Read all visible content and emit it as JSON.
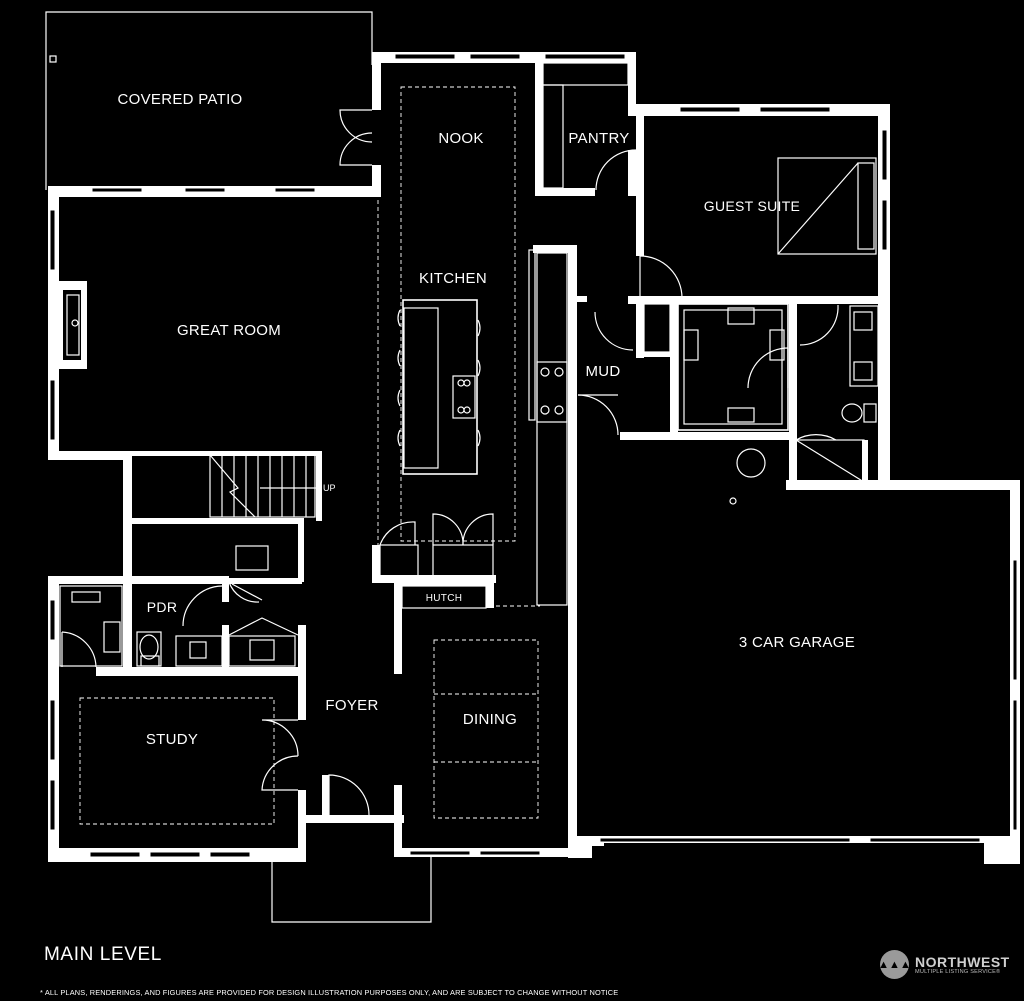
{
  "rooms": {
    "covered_patio": "COVERED PATIO",
    "nook": "NOOK",
    "pantry": "PANTRY",
    "guest_suite": "GUEST SUITE",
    "kitchen": "KITCHEN",
    "great_room": "GREAT ROOM",
    "mud": "MUD",
    "pdr": "PDR",
    "hutch": "HUTCH",
    "garage": "3 CAR GARAGE",
    "foyer": "FOYER",
    "dining": "DINING",
    "study": "STUDY"
  },
  "stair_label": "UP",
  "level_title": "MAIN LEVEL",
  "disclaimer": "* ALL PLANS, RENDERINGS, AND FIGURES ARE PROVIDED FOR DESIGN ILLUSTRATION PURPOSES ONLY, AND ARE SUBJECT TO CHANGE WITHOUT NOTICE",
  "logo": {
    "badge": "▲▲▲",
    "name": "NORTHWEST",
    "subtitle": "MULTIPLE LISTING SERVICE®"
  }
}
